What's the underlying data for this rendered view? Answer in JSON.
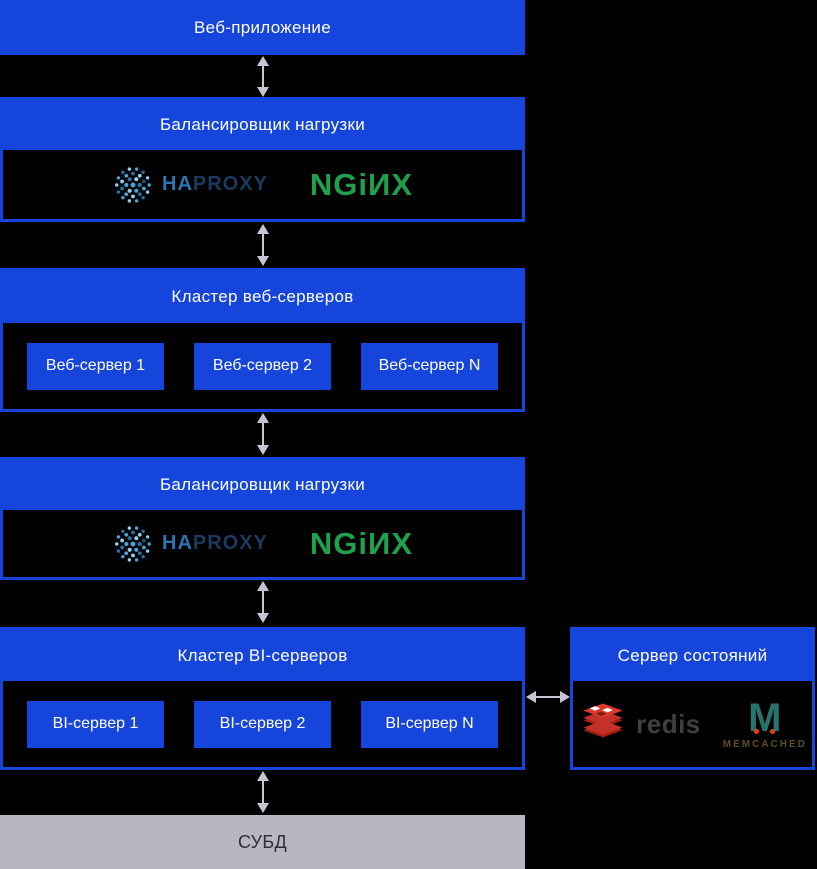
{
  "colors": {
    "accent_blue": "#1545DB",
    "background": "#000000",
    "arrow": "#C6C5D3",
    "dbms_bg": "#B8B6C2",
    "dbms_text": "#2F2F38",
    "nginx_green": "#1FA04C",
    "haproxy_ha_blue": "#2D74B5",
    "haproxy_proxy_navy": "#1B3A5F",
    "redis_red": "#C6302B",
    "memcached_teal": "#26746C"
  },
  "diagram": {
    "web_app": {
      "label": "Веб-приложение"
    },
    "load_balancer_top": {
      "label": "Балансировщик нагрузки"
    },
    "web_cluster": {
      "label": "Кластер веб-серверов",
      "servers": [
        {
          "label": "Веб-сервер 1"
        },
        {
          "label": "Веб-сервер 2"
        },
        {
          "label": "Веб-сервер N"
        }
      ]
    },
    "load_balancer_bottom": {
      "label": "Балансировщик нагрузки"
    },
    "bi_cluster": {
      "label": "Кластер BI-серверов",
      "servers": [
        {
          "label": "BI-сервер 1"
        },
        {
          "label": "BI-сервер 2"
        },
        {
          "label": "BI-сервер N"
        }
      ]
    },
    "state_server": {
      "label": "Сервер состояний"
    },
    "dbms": {
      "label": "СУБД"
    }
  },
  "logos": {
    "haproxy": {
      "ha": "HA",
      "proxy": "PROXY"
    },
    "nginx": {
      "wordmark": "NGiИX"
    },
    "redis": {
      "wordmark": "redis"
    },
    "memcached": {
      "letter": "M",
      "wordmark": "MEMCACHED"
    }
  }
}
